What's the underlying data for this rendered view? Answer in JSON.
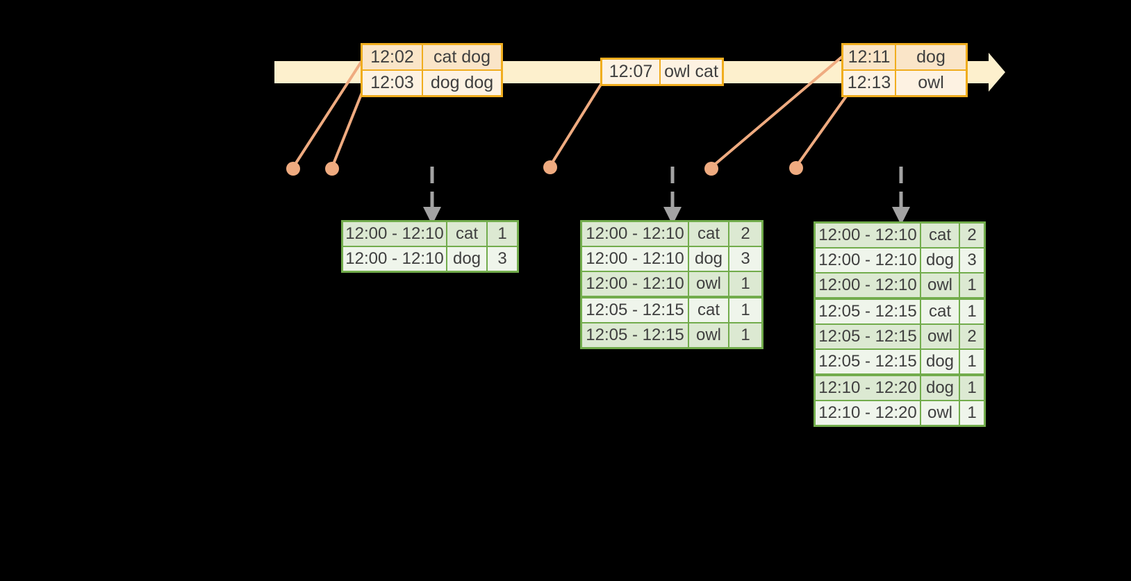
{
  "diagram": {
    "description": "Streaming windowed word-count timeline: event tables on an input-stream arrow mapped down to windowed count result tables",
    "colors": {
      "background": "#000000",
      "timeline_band": "#fdf0cd",
      "event_table_border": "#f0ad1e",
      "event_row_dark": "#fae5c8",
      "event_row_light": "#fdf2e2",
      "connector_salmon": "#efab80",
      "result_table_border": "#72ac4c",
      "result_row_dark": "#dce9d2",
      "result_row_light": "#eff5eb",
      "trigger_arrow_gray": "#a3a3a3",
      "text": "#3f3f3f"
    }
  },
  "event_tables": [
    {
      "rows": [
        {
          "time": "12:02",
          "words": "cat dog"
        },
        {
          "time": "12:03",
          "words": "dog dog"
        }
      ]
    },
    {
      "rows": [
        {
          "time": "12:07",
          "words": "owl cat"
        }
      ]
    },
    {
      "rows": [
        {
          "time": "12:11",
          "words": "dog"
        },
        {
          "time": "12:13",
          "words": "owl"
        }
      ]
    }
  ],
  "result_tables": [
    {
      "rows": [
        {
          "window": "12:00 - 12:10",
          "word": "cat",
          "count": "1"
        },
        {
          "window": "12:00 - 12:10",
          "word": "dog",
          "count": "3"
        }
      ]
    },
    {
      "rows": [
        {
          "window": "12:00 - 12:10",
          "word": "cat",
          "count": "2"
        },
        {
          "window": "12:00 - 12:10",
          "word": "dog",
          "count": "3"
        },
        {
          "window": "12:00 - 12:10",
          "word": "owl",
          "count": "1"
        },
        {
          "window": "12:05 - 12:15",
          "word": "cat",
          "count": "1"
        },
        {
          "window": "12:05 - 12:15",
          "word": "owl",
          "count": "1"
        }
      ]
    },
    {
      "rows": [
        {
          "window": "12:00 - 12:10",
          "word": "cat",
          "count": "2"
        },
        {
          "window": "12:00 - 12:10",
          "word": "dog",
          "count": "3"
        },
        {
          "window": "12:00 - 12:10",
          "word": "owl",
          "count": "1"
        },
        {
          "window": "12:05 - 12:15",
          "word": "cat",
          "count": "1"
        },
        {
          "window": "12:05 - 12:15",
          "word": "owl",
          "count": "2"
        },
        {
          "window": "12:05 - 12:15",
          "word": "dog",
          "count": "1"
        },
        {
          "window": "12:10 - 12:20",
          "word": "dog",
          "count": "1"
        },
        {
          "window": "12:10 - 12:20",
          "word": "owl",
          "count": "1"
        }
      ]
    }
  ]
}
